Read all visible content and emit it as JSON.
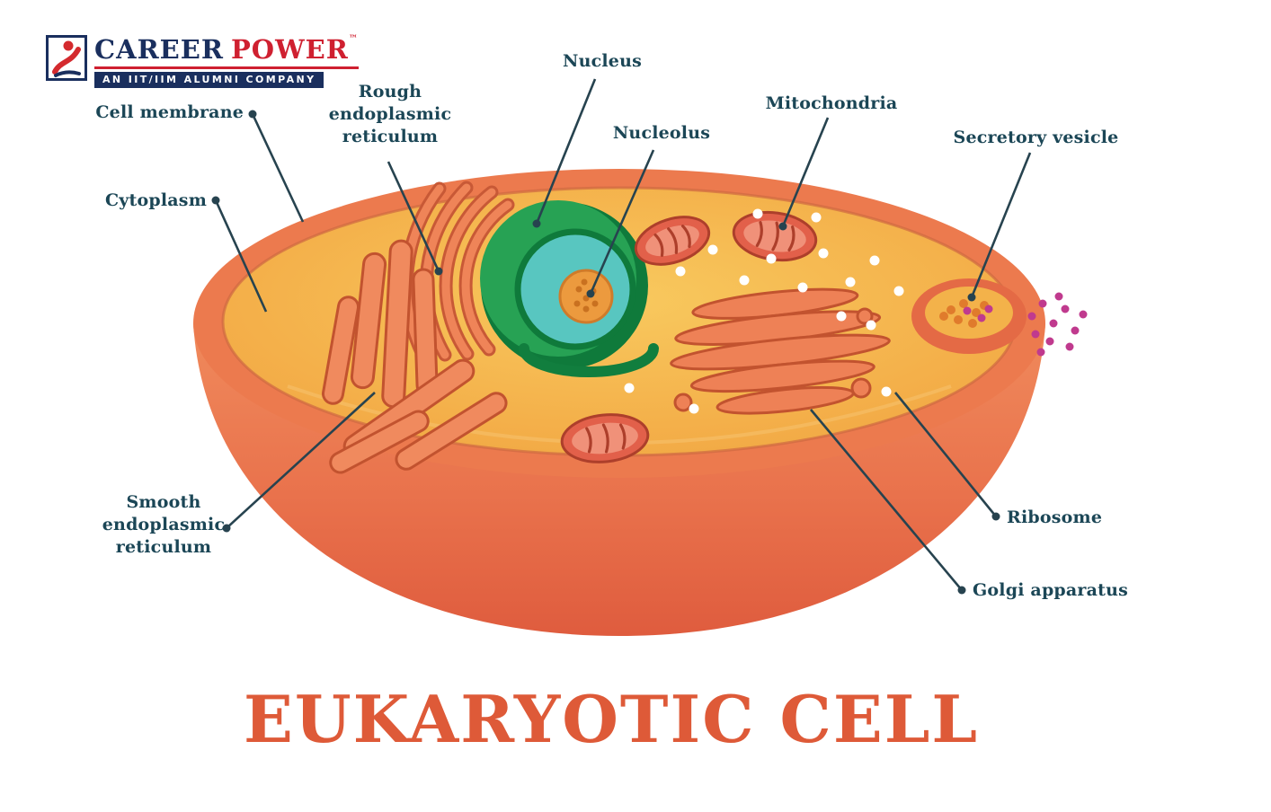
{
  "logo": {
    "brand_part1": "CAREER",
    "brand_part2": "POWER",
    "trademark": "™",
    "tagline": "AN IIT/IIM ALUMNI COMPANY"
  },
  "title": "EUKARYOTIC CELL",
  "labels": {
    "cell_membrane": "Cell membrane",
    "cytoplasm": "Cytoplasm",
    "rough_er": "Rough endoplasmic reticulum",
    "nucleus": "Nucleus",
    "nucleolus": "Nucleolus",
    "mitochondria": "Mitochondria",
    "secretory_vesicle": "Secretory vesicle",
    "smooth_er": "Smooth endoplasmic reticulum",
    "ribosome": "Ribosome",
    "golgi_apparatus": "Golgi apparatus"
  },
  "colors": {
    "label_text": "#1b4656",
    "leader_line": "#27434f",
    "title_text": "#de5a38",
    "cell_rim": "#ec7a4e",
    "cell_body": "#e66a47",
    "cytoplasm_surface": "#f4b04a",
    "nucleus_outer": "#1f9149",
    "nucleus_inner": "#58c6c0",
    "nucleolus": "#ec9a3e",
    "organelle_salmon": "#ee8156",
    "mitochondria_red": "#e2604a",
    "ribosome_white": "#ffffff",
    "vesicle_magenta": "#c03a8e",
    "logo_navy": "#1a2f5e",
    "logo_red": "#cf2030"
  }
}
